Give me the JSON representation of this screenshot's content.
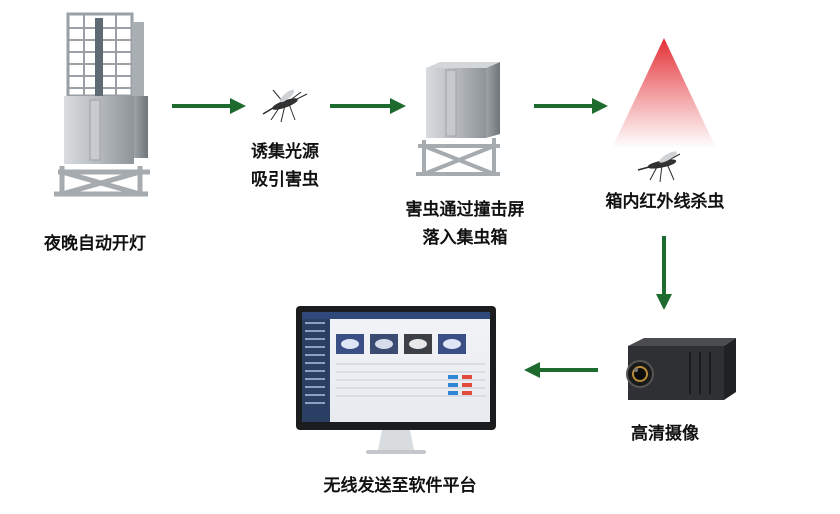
{
  "steps": {
    "trap": {
      "label": "夜晚自动开灯"
    },
    "lure": {
      "line1": "诱集光源",
      "line2": "吸引害虫"
    },
    "box": {
      "line1": "害虫通过撞击屏",
      "line2": "落入集虫箱"
    },
    "kill": {
      "label": "箱内红外线杀虫"
    },
    "camera": {
      "label": "高清摄像"
    },
    "platform": {
      "label": "无线发送至软件平台"
    }
  },
  "colors": {
    "arrow": "#1e6b2f",
    "infrared": "#e8363b",
    "metal": "#b8bcc1"
  }
}
